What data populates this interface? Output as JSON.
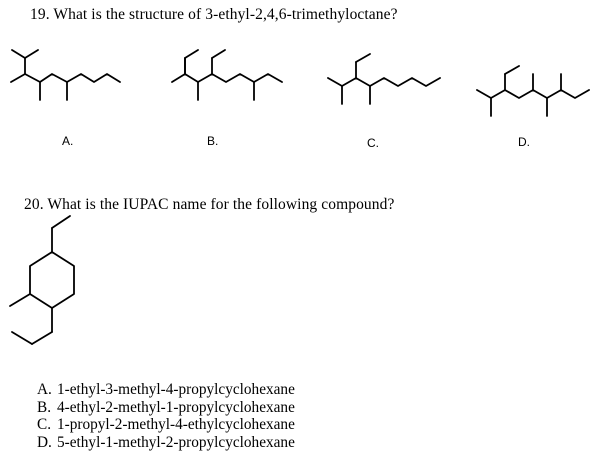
{
  "question19": {
    "text": "19. What is the structure of 3-ethyl-2,4,6-trimethyloctane?",
    "choices": [
      "A.",
      "B.",
      "C.",
      "D."
    ]
  },
  "question20": {
    "text": "20. What is the IUPAC name for the following compound?",
    "options": [
      {
        "letter": "A.",
        "text": "1-ethyl-3-methyl-4-propylcyclohexane"
      },
      {
        "letter": "B.",
        "text": "4-ethyl-2-methyl-1-propylcyclohexane"
      },
      {
        "letter": "C.",
        "text": "1-propyl-2-methyl-4-ethylcyclohexane"
      },
      {
        "letter": "D.",
        "text": "5-ethyl-1-methyl-2-propylcyclohexane"
      }
    ]
  }
}
